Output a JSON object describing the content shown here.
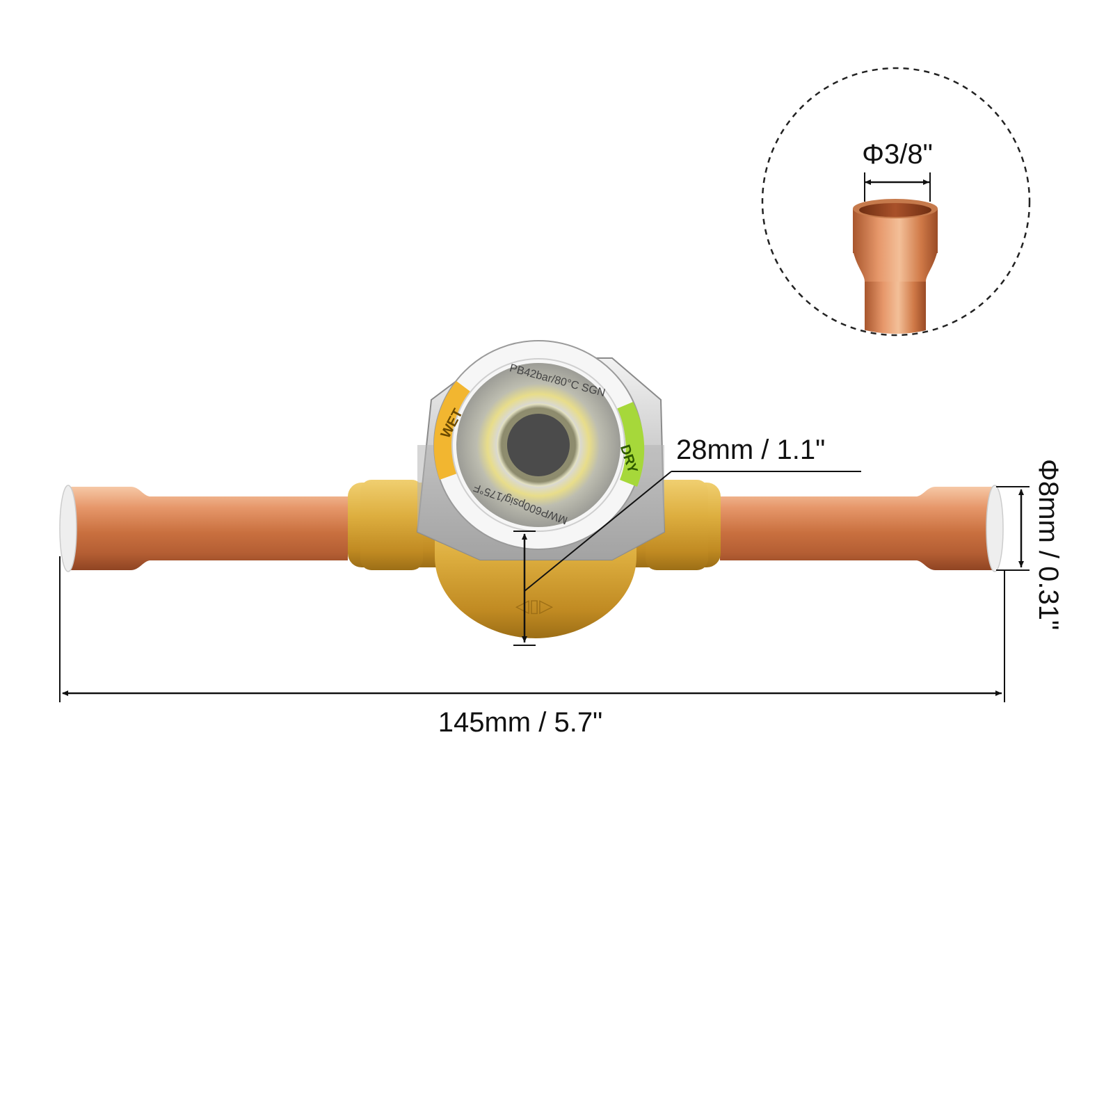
{
  "dimensions": {
    "length": "145mm / 5.7\"",
    "hex_width": "28mm / 1.1\"",
    "tube_diameter": "Φ8mm / 0.31\"",
    "tube_inch": "Φ3/8\""
  },
  "ring_markings": {
    "wet": "WET",
    "dry": "DRY",
    "top": "PB42bar/80°C SGN",
    "bottom": "MWP600psig/175°F"
  },
  "colors": {
    "copper": "#d9875a",
    "brass": "#d9a93a",
    "steel": "#c8c8c8",
    "wet_band": "#f2b630",
    "dry_band": "#a6d83a",
    "dimension_line": "#111111"
  }
}
